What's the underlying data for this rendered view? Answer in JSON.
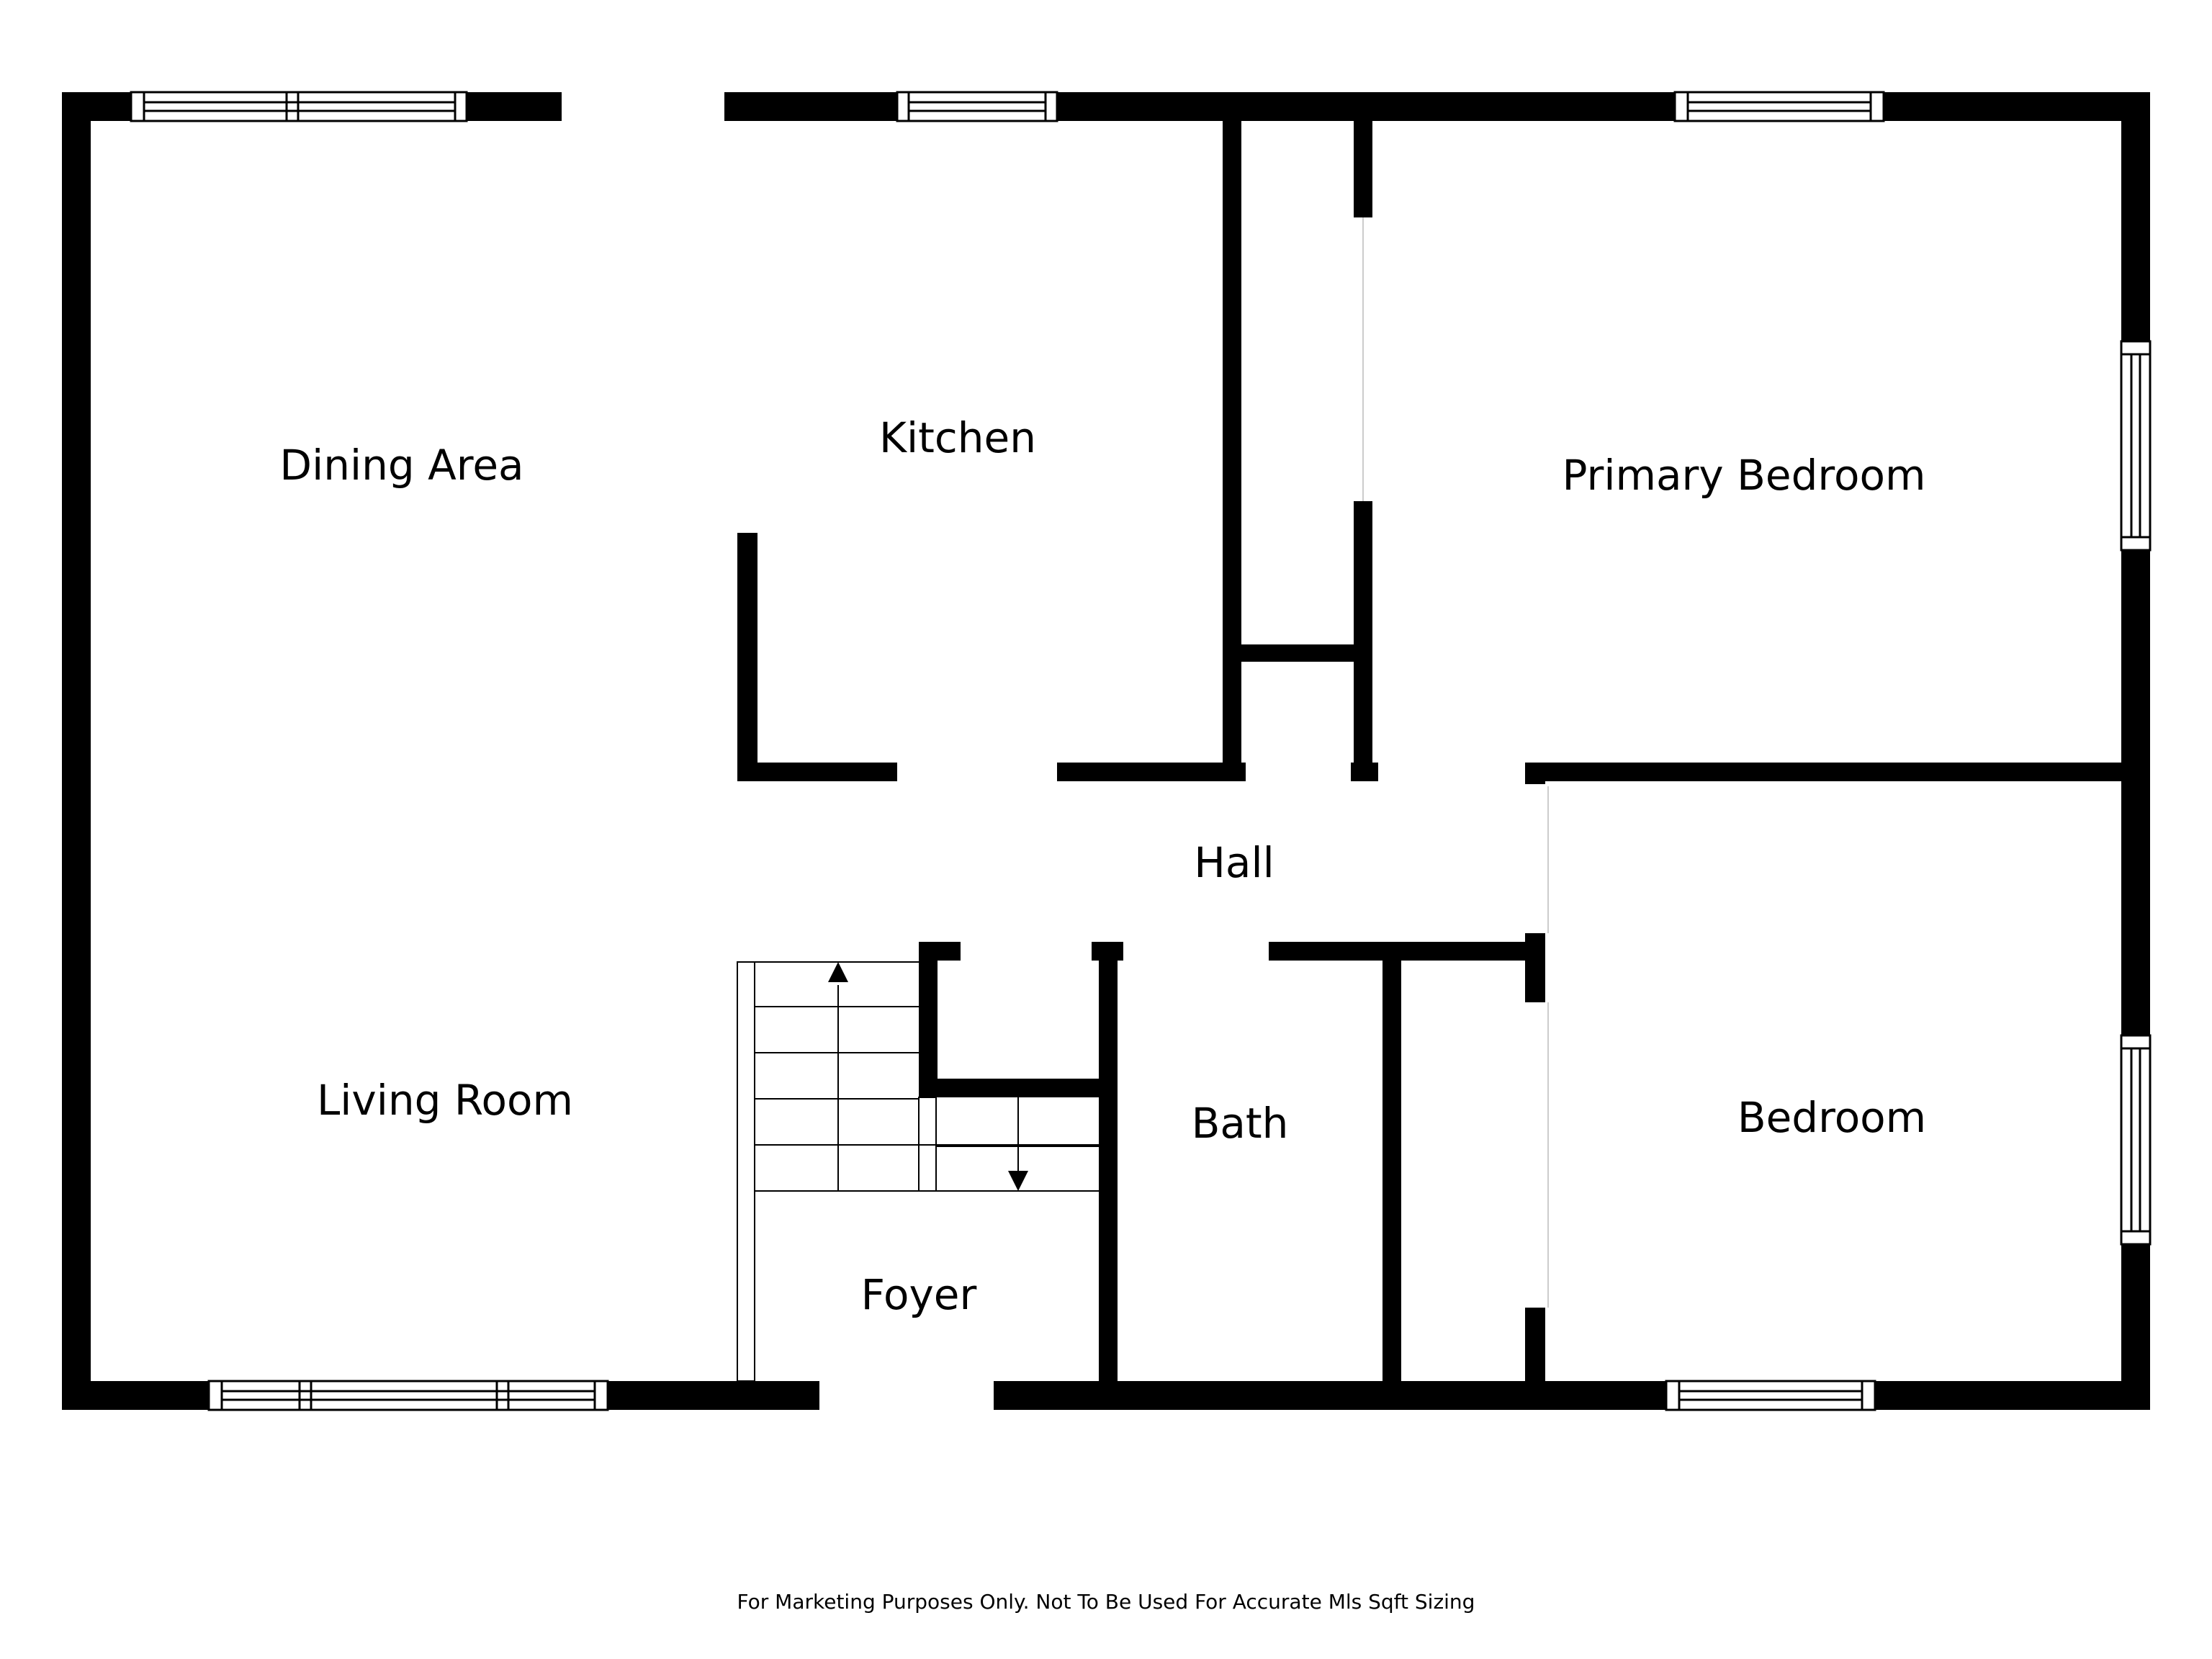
{
  "rooms": {
    "dining_area": "Dining Area",
    "kitchen": "Kitchen",
    "primary_bedroom": "Primary Bedroom",
    "hall": "Hall",
    "living_room": "Living Room",
    "bath": "Bath",
    "bedroom": "Bedroom",
    "foyer": "Foyer"
  },
  "disclaimer": "For Marketing Purposes Only. Not To Be Used For Accurate Mls Sqft Sizing",
  "colors": {
    "wall": "#000000",
    "background": "#ffffff",
    "window": "#ffffff"
  }
}
